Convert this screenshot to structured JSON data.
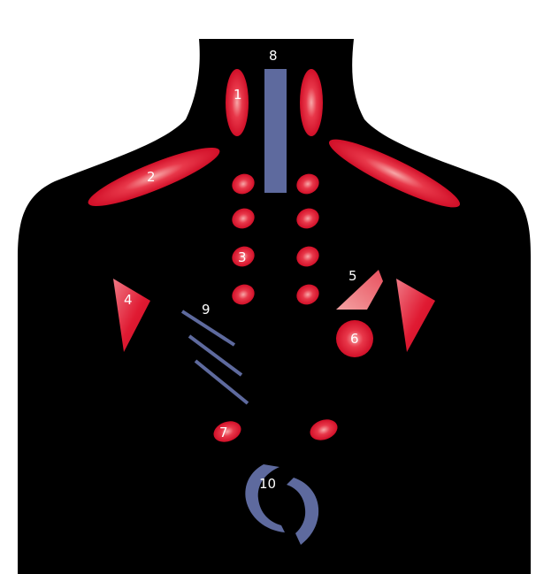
{
  "colors": {
    "background": "#ffffff",
    "silhouette": "#000000",
    "marker_red": "#e0142e",
    "marker_highlight": "#f59a9a",
    "marker_blue": "#5e6a9e",
    "label_text": "#ffffff"
  },
  "diagram": {
    "labels": {
      "l1": "1",
      "l2": "2",
      "l3": "3",
      "l4": "4",
      "l5": "5",
      "l6": "6",
      "l7": "7",
      "l8": "8",
      "l9": "9",
      "l10": "10"
    }
  }
}
